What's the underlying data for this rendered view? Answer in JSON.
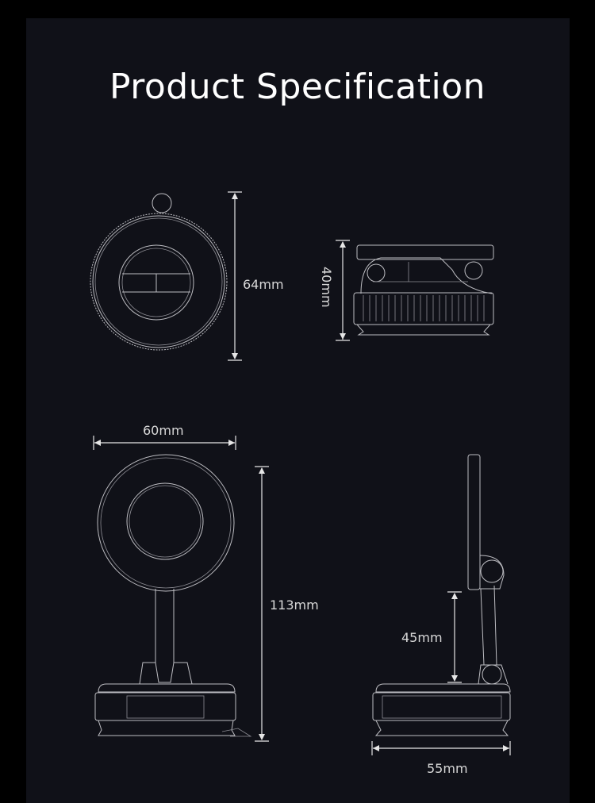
{
  "title": "Product Specification",
  "dimensions": {
    "front_height": "64mm",
    "side_height": "40mm",
    "open_width": "60mm",
    "open_height": "113mm",
    "stem_height": "45mm",
    "side_depth": "55mm"
  },
  "colors": {
    "background": "#101118",
    "line": "#bdbdc2",
    "text": "#ffffff"
  }
}
